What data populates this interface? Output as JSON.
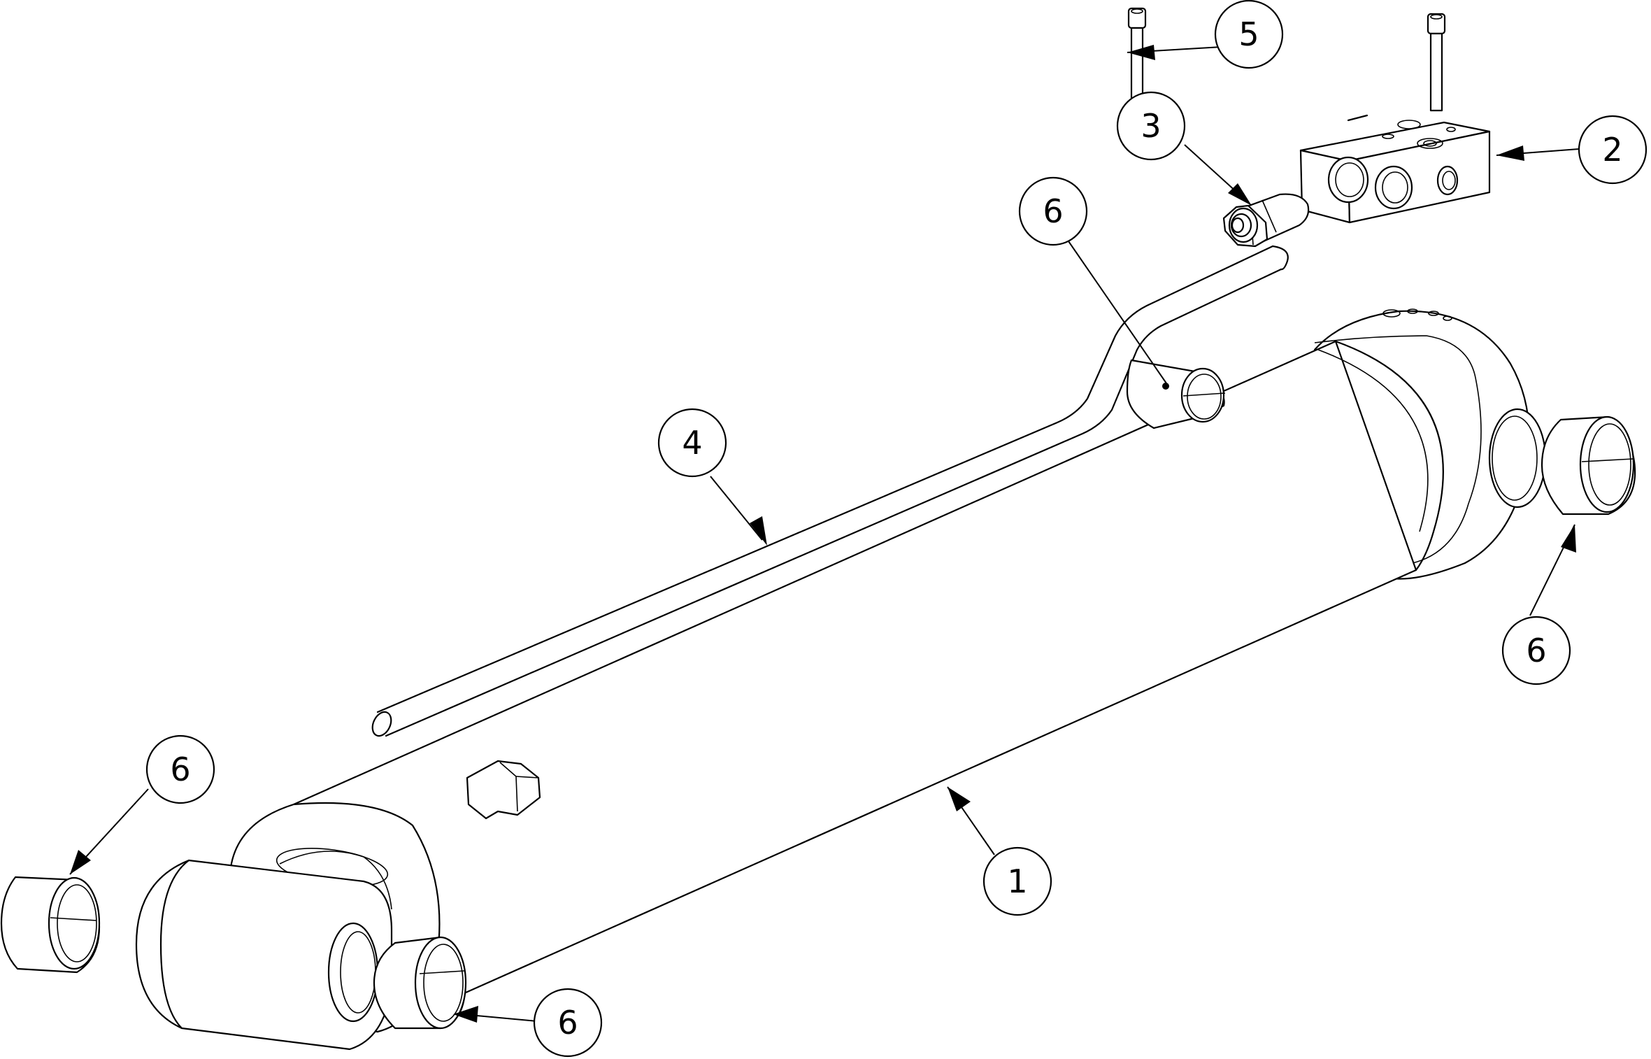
{
  "callouts": [
    {
      "id": "c1",
      "label": "1"
    },
    {
      "id": "c2",
      "label": "2"
    },
    {
      "id": "c3",
      "label": "3"
    },
    {
      "id": "c4",
      "label": "4"
    },
    {
      "id": "c5",
      "label": "5"
    },
    {
      "id": "c6a",
      "label": "6"
    },
    {
      "id": "c6b",
      "label": "6"
    },
    {
      "id": "c6c",
      "label": "6"
    },
    {
      "id": "c6d",
      "label": "6"
    }
  ]
}
